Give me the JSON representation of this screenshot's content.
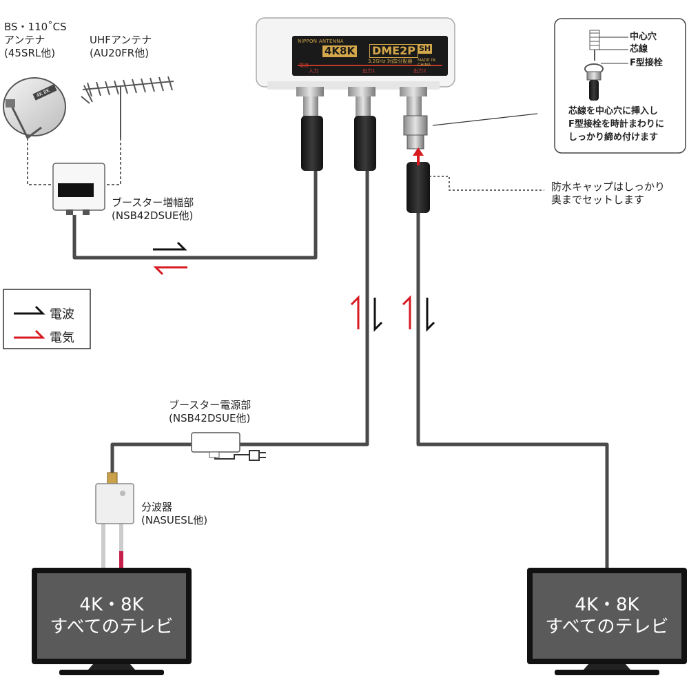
{
  "antennas": {
    "satellite_label": "BS・110˚CS\nアンテナ\n(45SRL他)",
    "satellite_dish_logo": "4K 8K",
    "uhf_label": "UHFアンテナ\n(AU20FR他)"
  },
  "booster_amp": {
    "label": "ブースター増幅部\n(NSB42DSUE他)"
  },
  "splitter_device": {
    "brand": "NIPPON ANTENNA",
    "badge": "4K8K",
    "model": "DME2P",
    "grade": "SH",
    "freq": "3.2GHz 対応",
    "type": "2分配器",
    "origin": "MADE IN CHINA",
    "power_tag": "電流",
    "ports": [
      "入力",
      "出力1",
      "出力2"
    ]
  },
  "connector_detail": {
    "labels": [
      "中心穴",
      "芯線",
      "F型接栓"
    ],
    "instruction": "芯線を中心穴に挿入し\nF型接栓を時計まわりに\nしっかり締め付けます"
  },
  "waterproof_note": "防水キャップはしっかり\n奥までセットします",
  "legend": {
    "wave": "電波",
    "power": "電気"
  },
  "booster_power": {
    "label": "ブースター電源部\n(NSB42DSUE他)"
  },
  "branch_splitter": {
    "label": "分波器\n(NASUESL他)"
  },
  "tv_left": {
    "line1": "4K・8K",
    "line2": "すべてのテレビ"
  },
  "tv_right": {
    "line1": "4K・8K",
    "line2": "すべてのテレビ"
  },
  "colors": {
    "signal": "#111111",
    "power": "#d71920",
    "cable": "#4a4a4a",
    "tv": "#5a5a5a",
    "tv_frame": "#111111"
  }
}
